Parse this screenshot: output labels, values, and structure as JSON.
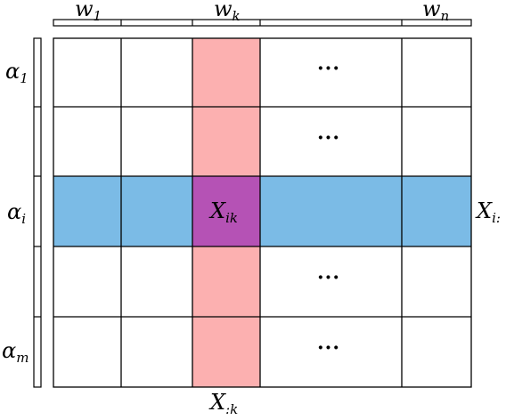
{
  "column_labels": {
    "first": {
      "base": "w",
      "sub": "1"
    },
    "kth": {
      "base": "w",
      "sub": "k"
    },
    "last": {
      "base": "w",
      "sub": "n"
    }
  },
  "row_labels": {
    "first": {
      "base": "α",
      "sub": "1"
    },
    "ith": {
      "base": "α",
      "sub": "i"
    },
    "last": {
      "base": "α",
      "sub": "m"
    }
  },
  "cell_label": {
    "base": "X",
    "sub": "ik"
  },
  "row_vector_label": {
    "base": "X",
    "sub": "i:"
  },
  "column_vector_label": {
    "base": "X",
    "sub": ":k"
  },
  "ellipsis": "···",
  "colors": {
    "highlight_column": "#fcb0b0",
    "highlight_row": "#7bbbe6",
    "intersection": "#b552b5",
    "grid_line": "#000000"
  }
}
